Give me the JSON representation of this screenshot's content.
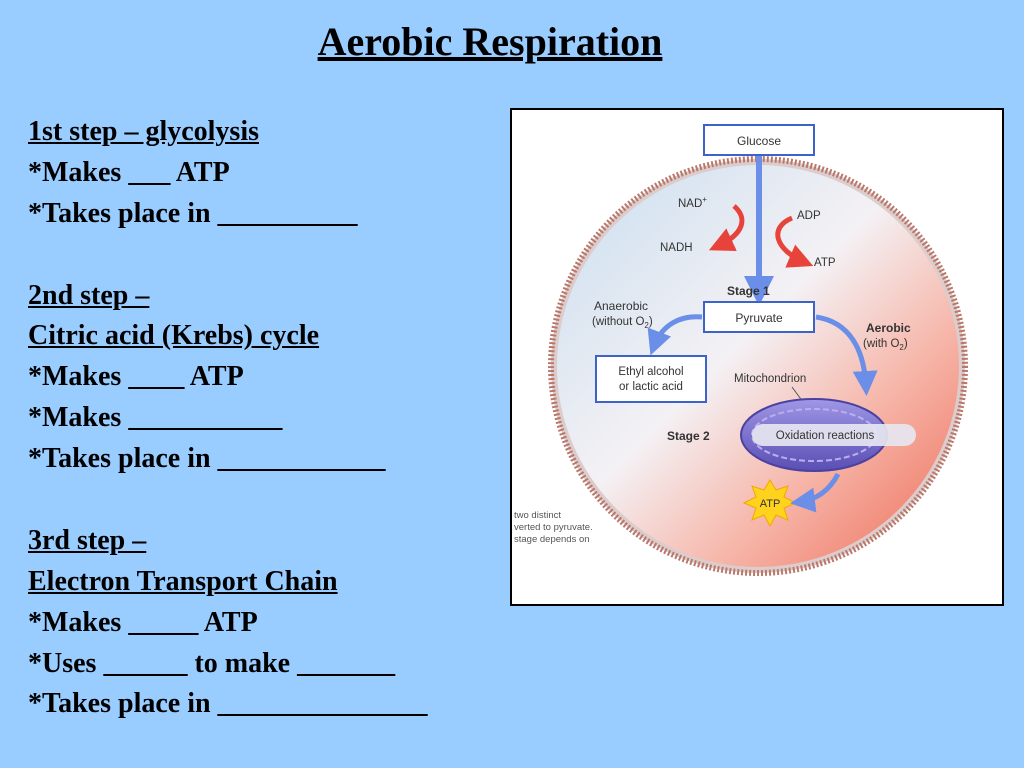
{
  "slide": {
    "title": "Aerobic Respiration"
  },
  "steps": [
    {
      "heading": "1st step – glycolysis",
      "lines": [
        "*Makes ___ ATP",
        "*Takes place in __________"
      ]
    },
    {
      "heading": "2nd step –",
      "subheading": "Citric acid (Krebs) cycle",
      "lines": [
        "*Makes ____ ATP",
        "*Makes ___________",
        "*Takes place in ____________"
      ]
    },
    {
      "heading": "3rd step –",
      "subheading": "Electron Transport Chain",
      "lines": [
        "*Makes _____ ATP",
        "*Uses ______ to make _______",
        "*Takes place in _______________"
      ]
    }
  ],
  "diagram": {
    "glucose": "Glucose",
    "nad_plus": "NAD",
    "nad_plus_sup": "+",
    "nadh": "NADH",
    "adp": "ADP",
    "atp_top": "ATP",
    "stage1": "Stage 1",
    "pyruvate": "Pyruvate",
    "anaerobic": "Anaerobic",
    "without_o2": "(without O",
    "o2_sub": "2",
    "close_paren": ")",
    "aerobic": "Aerobic",
    "with_o2": "(with O",
    "ethyl_line1": "Ethyl alcohol",
    "ethyl_line2": "or lactic acid",
    "mitochondrion": "Mitochondrion",
    "stage2": "Stage 2",
    "oxidation": "Oxidation reactions",
    "atp_star": "ATP",
    "caption": [
      "two distinct",
      "verted to pyruvate.",
      "stage depends on"
    ],
    "colors": {
      "box_border": "#3d63c9",
      "box_fill": "#ffffff",
      "ring": "#c07b6e",
      "arrow_red": "#e8433a",
      "arrow_blue": "#6b8ee8",
      "mito_fill": "#7a6fd0",
      "atp_star": "#ffd21e"
    }
  }
}
